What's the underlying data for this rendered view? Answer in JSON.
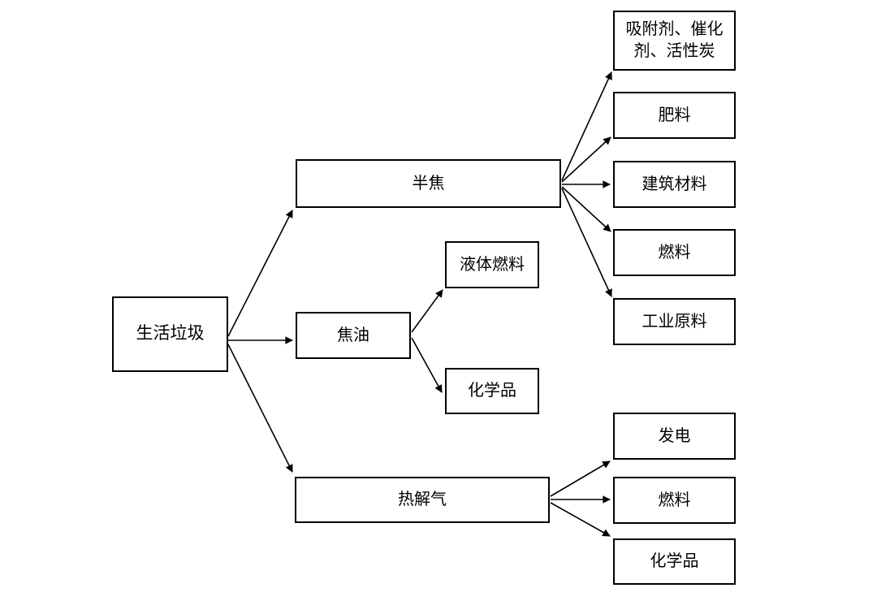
{
  "diagram": {
    "type": "flowchart",
    "nodes": {
      "root_label": "生活垃圾",
      "semicoke_label": "半焦",
      "tar_label": "焦油",
      "pyrogas_label": "热解气"
    },
    "semicoke_products": {
      "adsorbent_full": "吸附剂、催化剂、活性炭",
      "adsorbent_line1": "吸附剂、催化",
      "adsorbent_line2": "剂、活性炭",
      "fertilizer": "肥料",
      "building_materials": "建筑材料",
      "fuel": "燃料",
      "industrial_raw_materials": "工业原料"
    },
    "tar_products": {
      "liquid_fuel": "液体燃料",
      "chemicals": "化学品"
    },
    "pyrogas_products": {
      "power_generation": "发电",
      "fuel": "燃料",
      "chemicals": "化学品"
    },
    "colors": {
      "line": "#000000",
      "box_border": "#000000",
      "box_fill": "#ffffff",
      "background": "#ffffff"
    }
  }
}
